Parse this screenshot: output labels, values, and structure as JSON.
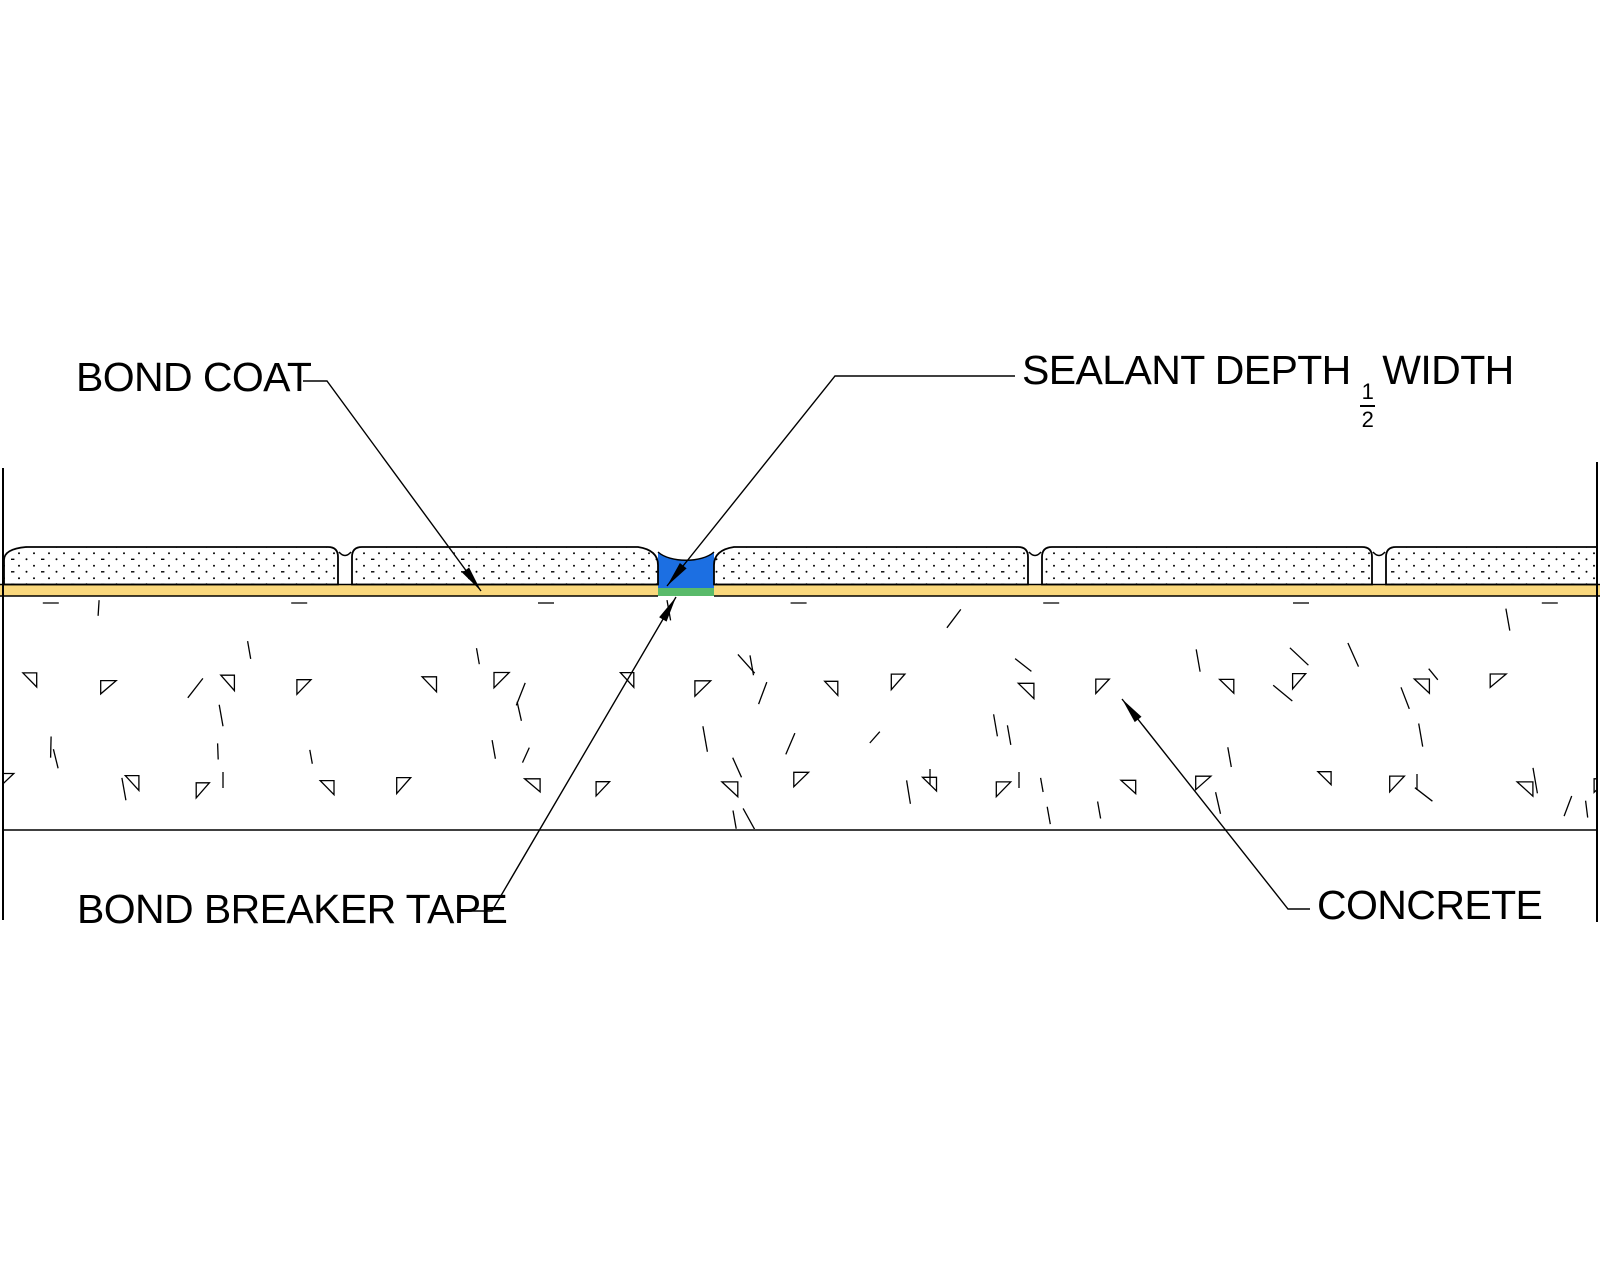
{
  "diagram": {
    "type": "construction-detail-section",
    "labels": {
      "bond_coat": "BOND COAT",
      "sealant_prefix": "SEALANT DEPTH",
      "sealant_fraction_numerator": "1",
      "sealant_fraction_denominator": "2",
      "sealant_suffix": "WIDTH",
      "bond_breaker_tape": "BOND BREAKER TAPE",
      "concrete": "CONCRETE"
    },
    "colors": {
      "bond_coat_fill": "#FAD87D",
      "sealant_fill": "#1C6FE2",
      "bond_breaker_tape_fill": "#59BA6A",
      "line": "#000000",
      "background": "#FFFFFF"
    }
  }
}
